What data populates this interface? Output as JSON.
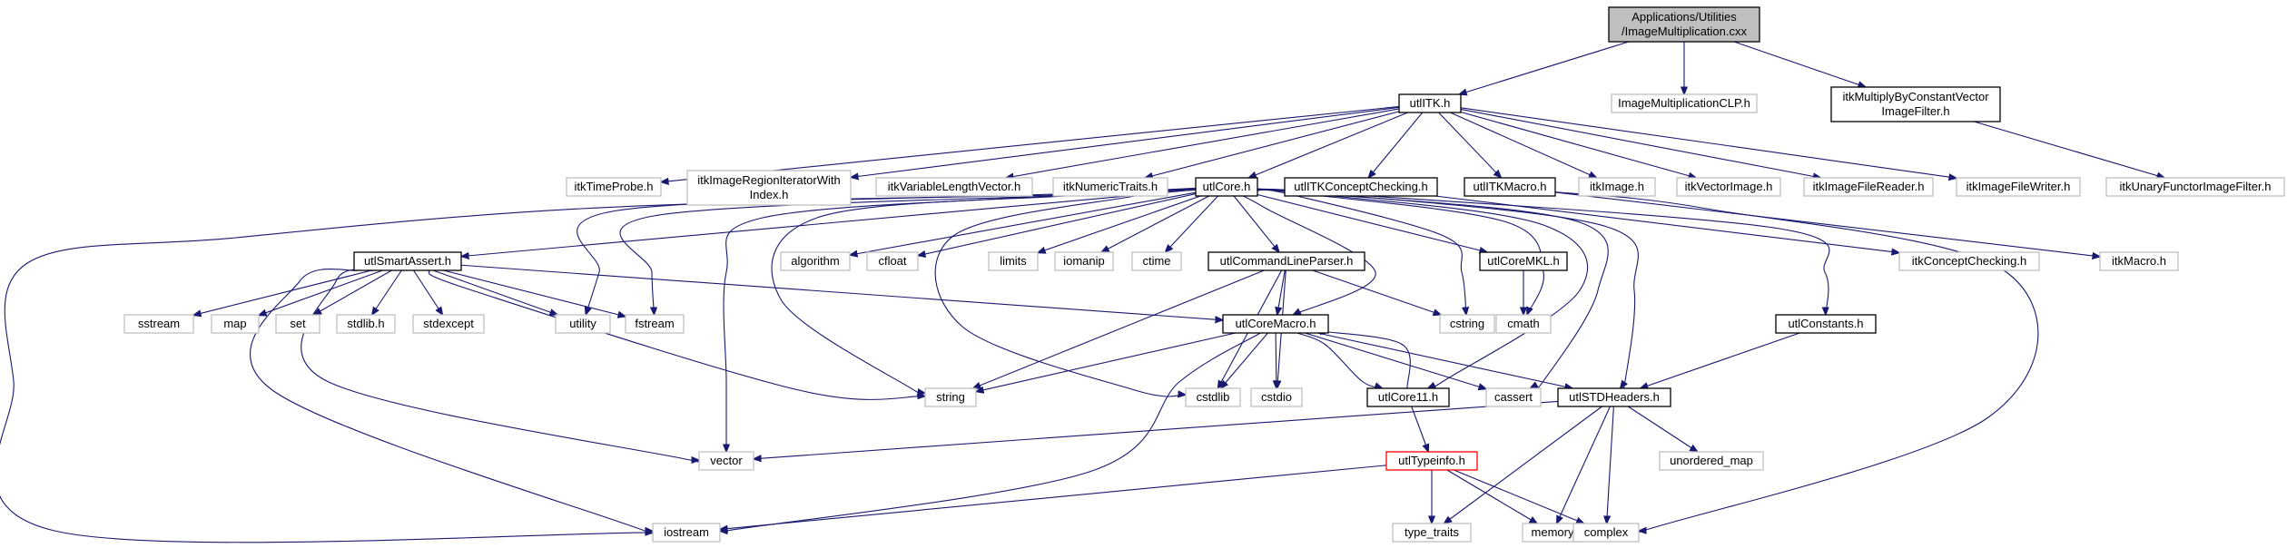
{
  "diagram": {
    "type": "include-dependency-graph",
    "edge_color": "#191970",
    "node_border_colors": {
      "normal": "#000000",
      "leaf": "#bfbfbf",
      "highlighted": "#ff0000",
      "root_fill": "#bfbfbf"
    },
    "nodes": [
      {
        "id": "root",
        "lines": [
          "Applications/Utilities",
          "/ImageMultiplication.cxx"
        ],
        "style": "root"
      },
      {
        "id": "utlITK",
        "lines": [
          "utlITK.h"
        ],
        "style": "black"
      },
      {
        "id": "ImageMultiplicationCLP",
        "lines": [
          "ImageMultiplicationCLP.h"
        ],
        "style": "grey"
      },
      {
        "id": "itkMultiplyByConstantVectorImageFilter",
        "lines": [
          "itkMultiplyByConstantVector",
          "ImageFilter.h"
        ],
        "style": "black"
      },
      {
        "id": "itkTimeProbe",
        "lines": [
          "itkTimeProbe.h"
        ],
        "style": "grey"
      },
      {
        "id": "itkImageRegionIteratorWithIndex",
        "lines": [
          "itkImageRegionIteratorWith",
          "Index.h"
        ],
        "style": "grey"
      },
      {
        "id": "itkVariableLengthVector",
        "lines": [
          "itkVariableLengthVector.h"
        ],
        "style": "grey"
      },
      {
        "id": "itkNumericTraits",
        "lines": [
          "itkNumericTraits.h"
        ],
        "style": "grey"
      },
      {
        "id": "utlCore",
        "lines": [
          "utlCore.h"
        ],
        "style": "black"
      },
      {
        "id": "utlITKConceptChecking",
        "lines": [
          "utlITKConceptChecking.h"
        ],
        "style": "black"
      },
      {
        "id": "utlITKMacro",
        "lines": [
          "utlITKMacro.h"
        ],
        "style": "black"
      },
      {
        "id": "itkImage",
        "lines": [
          "itkImage.h"
        ],
        "style": "grey"
      },
      {
        "id": "itkVectorImage",
        "lines": [
          "itkVectorImage.h"
        ],
        "style": "grey"
      },
      {
        "id": "itkImageFileReader",
        "lines": [
          "itkImageFileReader.h"
        ],
        "style": "grey"
      },
      {
        "id": "itkImageFileWriter",
        "lines": [
          "itkImageFileWriter.h"
        ],
        "style": "grey"
      },
      {
        "id": "itkUnaryFunctorImageFilter",
        "lines": [
          "itkUnaryFunctorImageFilter.h"
        ],
        "style": "grey"
      },
      {
        "id": "utlSmartAssert",
        "lines": [
          "utlSmartAssert.h"
        ],
        "style": "black"
      },
      {
        "id": "algorithm",
        "lines": [
          "algorithm"
        ],
        "style": "grey"
      },
      {
        "id": "cfloat",
        "lines": [
          "cfloat"
        ],
        "style": "grey"
      },
      {
        "id": "limits",
        "lines": [
          "limits"
        ],
        "style": "grey"
      },
      {
        "id": "iomanip",
        "lines": [
          "iomanip"
        ],
        "style": "grey"
      },
      {
        "id": "ctime",
        "lines": [
          "ctime"
        ],
        "style": "grey"
      },
      {
        "id": "utlCommandLineParser",
        "lines": [
          "utlCommandLineParser.h"
        ],
        "style": "black"
      },
      {
        "id": "utlCoreMKL",
        "lines": [
          "utlCoreMKL.h"
        ],
        "style": "black"
      },
      {
        "id": "itkConceptChecking",
        "lines": [
          "itkConceptChecking.h"
        ],
        "style": "grey"
      },
      {
        "id": "itkMacro",
        "lines": [
          "itkMacro.h"
        ],
        "style": "grey"
      },
      {
        "id": "sstream",
        "lines": [
          "sstream"
        ],
        "style": "grey"
      },
      {
        "id": "map",
        "lines": [
          "map"
        ],
        "style": "grey"
      },
      {
        "id": "set",
        "lines": [
          "set"
        ],
        "style": "grey"
      },
      {
        "id": "stdlib",
        "lines": [
          "stdlib.h"
        ],
        "style": "grey"
      },
      {
        "id": "stdexcept",
        "lines": [
          "stdexcept"
        ],
        "style": "grey"
      },
      {
        "id": "utility",
        "lines": [
          "utility"
        ],
        "style": "grey"
      },
      {
        "id": "fstream",
        "lines": [
          "fstream"
        ],
        "style": "grey"
      },
      {
        "id": "cstring",
        "lines": [
          "cstring"
        ],
        "style": "grey"
      },
      {
        "id": "cmath",
        "lines": [
          "cmath"
        ],
        "style": "grey"
      },
      {
        "id": "utlCoreMacro",
        "lines": [
          "utlCoreMacro.h"
        ],
        "style": "black"
      },
      {
        "id": "utlConstants",
        "lines": [
          "utlConstants.h"
        ],
        "style": "black"
      },
      {
        "id": "string",
        "lines": [
          "string"
        ],
        "style": "grey"
      },
      {
        "id": "cstdlib",
        "lines": [
          "cstdlib"
        ],
        "style": "grey"
      },
      {
        "id": "cstdio",
        "lines": [
          "cstdio"
        ],
        "style": "grey"
      },
      {
        "id": "utlCore11",
        "lines": [
          "utlCore11.h"
        ],
        "style": "black"
      },
      {
        "id": "cassert",
        "lines": [
          "cassert"
        ],
        "style": "grey"
      },
      {
        "id": "utlSTDHeaders",
        "lines": [
          "utlSTDHeaders.h"
        ],
        "style": "black"
      },
      {
        "id": "unordered_map",
        "lines": [
          "unordered_map"
        ],
        "style": "grey"
      },
      {
        "id": "vector",
        "lines": [
          "vector"
        ],
        "style": "grey"
      },
      {
        "id": "utlTypeinfo",
        "lines": [
          "utlTypeinfo.h"
        ],
        "style": "red"
      },
      {
        "id": "iostream",
        "lines": [
          "iostream"
        ],
        "style": "grey"
      },
      {
        "id": "type_traits",
        "lines": [
          "type_traits"
        ],
        "style": "grey"
      },
      {
        "id": "memory",
        "lines": [
          "memory"
        ],
        "style": "grey"
      },
      {
        "id": "complex",
        "lines": [
          "complex"
        ],
        "style": "grey"
      }
    ],
    "edges": [
      [
        "root",
        "utlITK"
      ],
      [
        "root",
        "ImageMultiplicationCLP"
      ],
      [
        "root",
        "itkMultiplyByConstantVectorImageFilter"
      ],
      [
        "itkMultiplyByConstantVectorImageFilter",
        "itkUnaryFunctorImageFilter"
      ],
      [
        "utlITK",
        "itkTimeProbe"
      ],
      [
        "utlITK",
        "itkImageRegionIteratorWithIndex"
      ],
      [
        "utlITK",
        "itkVariableLengthVector"
      ],
      [
        "utlITK",
        "itkNumericTraits"
      ],
      [
        "utlITK",
        "utlCore"
      ],
      [
        "utlITK",
        "utlITKConceptChecking"
      ],
      [
        "utlITK",
        "utlITKMacro"
      ],
      [
        "utlITK",
        "itkImage"
      ],
      [
        "utlITK",
        "itkVectorImage"
      ],
      [
        "utlITK",
        "itkImageFileReader"
      ],
      [
        "utlITK",
        "itkImageFileWriter"
      ],
      [
        "utlCore",
        "utlSmartAssert"
      ],
      [
        "utlCore",
        "algorithm"
      ],
      [
        "utlCore",
        "cfloat"
      ],
      [
        "utlCore",
        "limits"
      ],
      [
        "utlCore",
        "iomanip"
      ],
      [
        "utlCore",
        "ctime"
      ],
      [
        "utlCore",
        "utlCommandLineParser"
      ],
      [
        "utlCore",
        "utlCoreMKL"
      ],
      [
        "utlCore",
        "cstring"
      ],
      [
        "utlCore",
        "cmath"
      ],
      [
        "utlCore",
        "utlCoreMacro"
      ],
      [
        "utlCore",
        "utlConstants"
      ],
      [
        "utlCore",
        "utility"
      ],
      [
        "utlCore",
        "fstream"
      ],
      [
        "utlCore",
        "string"
      ],
      [
        "utlCore",
        "cstdlib"
      ],
      [
        "utlCore",
        "vector"
      ],
      [
        "utlCore",
        "iostream"
      ],
      [
        "utlCore",
        "utlCore11"
      ],
      [
        "utlCore",
        "cassert"
      ],
      [
        "utlCore",
        "utlSTDHeaders"
      ],
      [
        "utlITKConceptChecking",
        "itkConceptChecking"
      ],
      [
        "utlITKMacro",
        "itkMacro"
      ],
      [
        "utlITKMacro",
        "complex"
      ],
      [
        "utlSmartAssert",
        "sstream"
      ],
      [
        "utlSmartAssert",
        "map"
      ],
      [
        "utlSmartAssert",
        "set"
      ],
      [
        "utlSmartAssert",
        "stdlib"
      ],
      [
        "utlSmartAssert",
        "stdexcept"
      ],
      [
        "utlSmartAssert",
        "utility"
      ],
      [
        "utlSmartAssert",
        "fstream"
      ],
      [
        "utlSmartAssert",
        "string"
      ],
      [
        "utlSmartAssert",
        "utlCoreMacro"
      ],
      [
        "utlSmartAssert",
        "vector"
      ],
      [
        "utlSmartAssert",
        "iostream"
      ],
      [
        "utlCommandLineParser",
        "utlCoreMacro"
      ],
      [
        "utlCommandLineParser",
        "cstring"
      ],
      [
        "utlCommandLineParser",
        "string"
      ],
      [
        "utlCommandLineParser",
        "cstdlib"
      ],
      [
        "utlCommandLineParser",
        "cstdio"
      ],
      [
        "utlCoreMKL",
        "cmath"
      ],
      [
        "utlCoreMacro",
        "string"
      ],
      [
        "utlCoreMacro",
        "cstdlib"
      ],
      [
        "utlCoreMacro",
        "cstdio"
      ],
      [
        "utlCoreMacro",
        "utlCore11"
      ],
      [
        "utlCoreMacro",
        "cassert"
      ],
      [
        "utlCoreMacro",
        "utlSTDHeaders"
      ],
      [
        "utlCoreMacro",
        "iostream"
      ],
      [
        "utlCore11",
        "utlCoreMacro"
      ],
      [
        "utlCore11",
        "utlTypeinfo"
      ],
      [
        "utlConstants",
        "utlSTDHeaders"
      ],
      [
        "utlSTDHeaders",
        "vector"
      ],
      [
        "utlSTDHeaders",
        "unordered_map"
      ],
      [
        "utlSTDHeaders",
        "type_traits"
      ],
      [
        "utlSTDHeaders",
        "memory"
      ],
      [
        "utlSTDHeaders",
        "complex"
      ],
      [
        "utlTypeinfo",
        "iostream"
      ],
      [
        "utlTypeinfo",
        "type_traits"
      ],
      [
        "utlTypeinfo",
        "memory"
      ],
      [
        "utlTypeinfo",
        "complex"
      ]
    ]
  }
}
